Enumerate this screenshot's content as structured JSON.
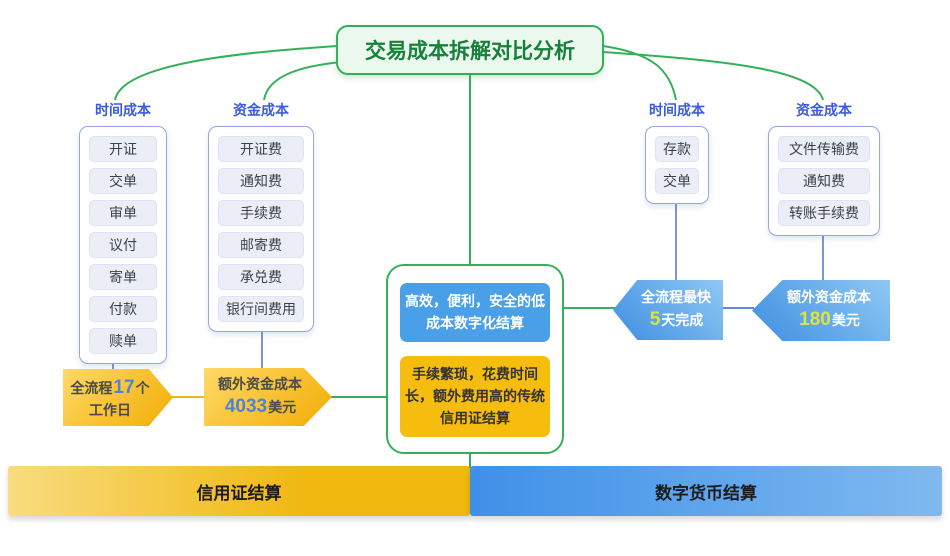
{
  "title": "交易成本拆解对比分析",
  "left_section": {
    "time_cost": {
      "header": "时间成本",
      "items": [
        "开证",
        "交单",
        "审单",
        "议付",
        "寄单",
        "付款",
        "赎单"
      ]
    },
    "fund_cost": {
      "header": "资金成本",
      "items": [
        "开证费",
        "通知费",
        "手续费",
        "邮寄费",
        "承兑费",
        "银行间费用"
      ]
    },
    "duration_arrow": {
      "prefix": "全流程",
      "value": "17",
      "unit": "个",
      "line2": "工作日"
    },
    "cost_arrow": {
      "line1": "额外资金成本",
      "value": "4033",
      "unit": "美元"
    }
  },
  "center": {
    "digital_note": "高效，便利，安全的低成本数字化结算",
    "traditional_note": "手续繁琐，花费时间长，额外费用高的传统信用证结算"
  },
  "right_section": {
    "time_cost": {
      "header": "时间成本",
      "items": [
        "存款",
        "交单"
      ]
    },
    "fund_cost": {
      "header": "资金成本",
      "items": [
        "文件传输费",
        "通知费",
        "转账手续费"
      ]
    },
    "duration_arrow": {
      "line1": "全流程最快",
      "value": "5",
      "unit": "天完成"
    },
    "cost_arrow": {
      "line1": "额外资金成本",
      "value": "180",
      "unit": "美元"
    }
  },
  "banner": {
    "left_label": "信用证结算",
    "right_label": "数字货币结算"
  },
  "colors": {
    "green": "#35b05a",
    "green-dark": "#17813c",
    "green-fill": "#eaf8ee",
    "header-blue": "#3b5bdc",
    "col-border": "#93a9de",
    "item-bg": "#ebeef7",
    "yellow-1": "#ffd967",
    "yellow-2": "#f2ad05",
    "blue-1": "#8ec8f4",
    "blue-2": "#3f8ee2",
    "num-blue": "#4e82d6",
    "num-yellow": "#dfe43a",
    "center-blue": "#4aa0e8",
    "center-yellow": "#f6bd0f",
    "banner-yellow-a": "#f8dc80",
    "banner-yellow-b": "#f0b70e",
    "banner-blue-a": "#3e90e8",
    "banner-blue-b": "#7fb9ef",
    "line-blue": "#7b96d8"
  }
}
